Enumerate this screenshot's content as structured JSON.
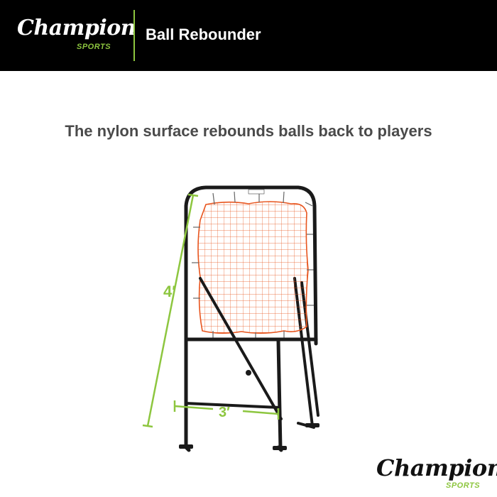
{
  "header": {
    "brand": "Champion",
    "brand_sub": "SPORTS",
    "title": "Ball Rebounder"
  },
  "headline": "The nylon surface rebounds balls back to players",
  "dimensions": {
    "height_label": "4′",
    "width_label": "3′"
  },
  "footer": {
    "brand": "Champion",
    "brand_sub": "SPORTS"
  },
  "colors": {
    "header_bg": "#000000",
    "accent_green": "#8dc63f",
    "net_orange": "#e8551e",
    "frame": "#1a1a1a",
    "headline": "#4a4a4a"
  }
}
